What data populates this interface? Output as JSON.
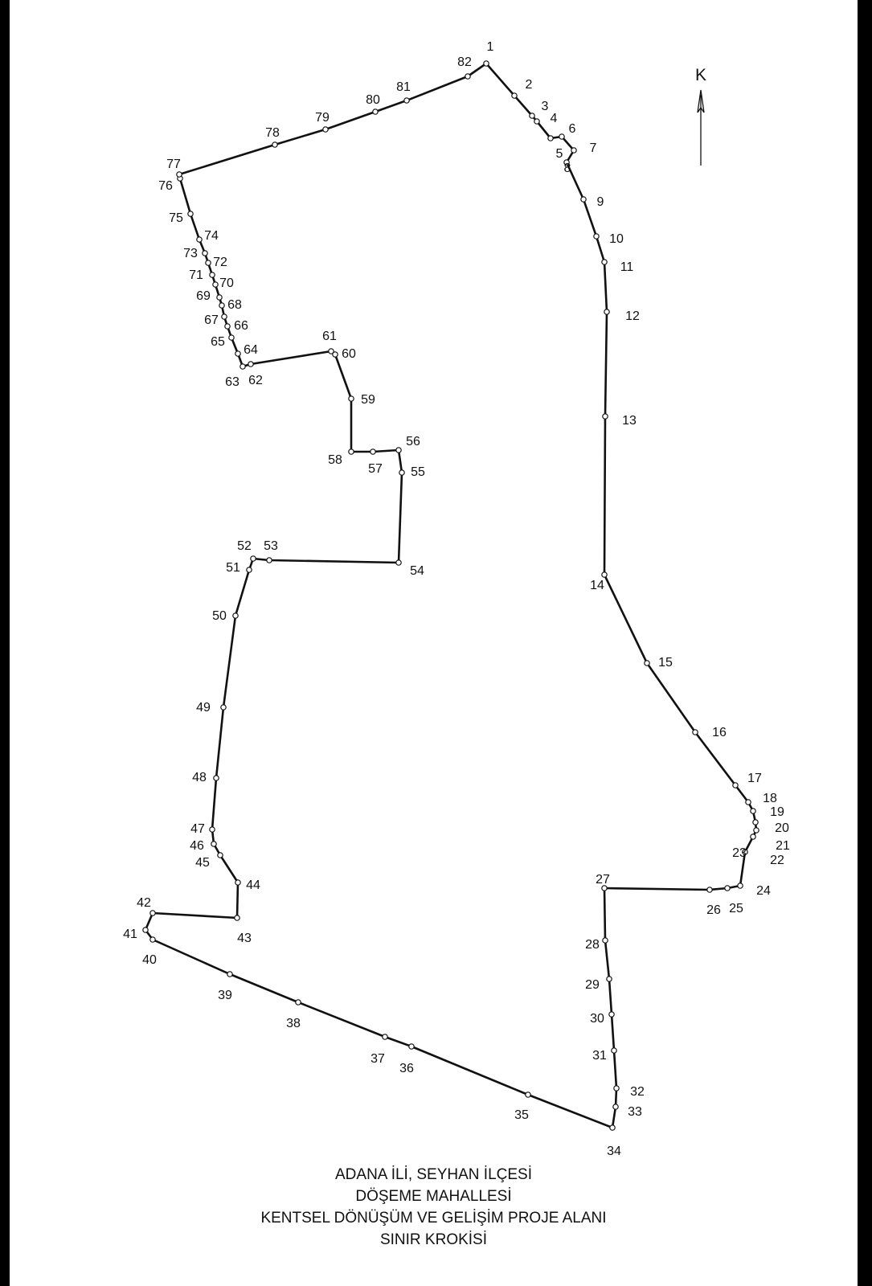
{
  "north_label": "K",
  "caption": [
    "ADANA İLİ, SEYHAN İLÇESİ",
    "DÖŞEME MAHALLESİ",
    "KENTSEL DÖNÜŞÜM VE GELİŞİM PROJE ALANI",
    "SINIR KROKİSİ"
  ],
  "boundary_point_labels": [
    "1",
    "2",
    "3",
    "4",
    "5",
    "6",
    "7",
    "8",
    "9",
    "10",
    "11",
    "12",
    "13",
    "14",
    "15",
    "16",
    "17",
    "18",
    "19",
    "20",
    "21",
    "22",
    "23",
    "24",
    "25",
    "26",
    "27",
    "28",
    "29",
    "30",
    "31",
    "32",
    "33",
    "34",
    "35",
    "36",
    "37",
    "38",
    "39",
    "40",
    "41",
    "42",
    "43",
    "44",
    "45",
    "46",
    "47",
    "48",
    "49",
    "50",
    "51",
    "52",
    "53",
    "54",
    "55",
    "56",
    "57",
    "58",
    "59",
    "60",
    "61",
    "62",
    "63",
    "64",
    "65",
    "66",
    "67",
    "68",
    "69",
    "70",
    "71",
    "72",
    "73",
    "74",
    "75",
    "76",
    "77",
    "78",
    "79",
    "80",
    "81",
    "82"
  ],
  "colors": {
    "line": "#111111",
    "background": "#ffffff",
    "frame": "#000000"
  }
}
